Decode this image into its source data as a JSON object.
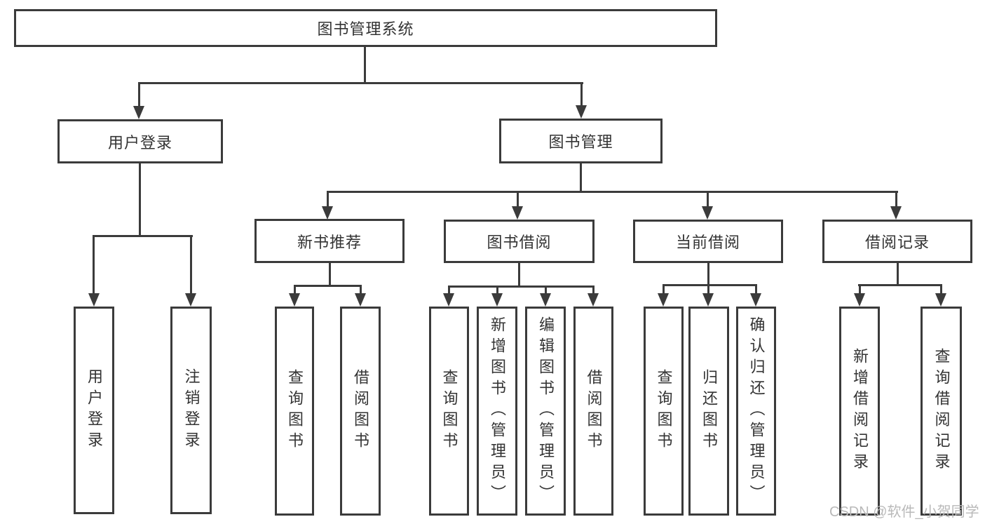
{
  "tree": {
    "root": {
      "label": "图书管理系统"
    },
    "branches": [
      {
        "label": "用户登录",
        "children": [
          {
            "label": "用户登录"
          },
          {
            "label": "注销登录"
          }
        ]
      },
      {
        "label": "图书管理",
        "children": [
          {
            "label": "新书推荐",
            "children": [
              {
                "label": "查询图书"
              },
              {
                "label": "借阅图书"
              }
            ]
          },
          {
            "label": "图书借阅",
            "children": [
              {
                "label": "查询图书"
              },
              {
                "label": "新增图书（管理员）"
              },
              {
                "label": "编辑图书（管理员）"
              },
              {
                "label": "借阅图书"
              }
            ]
          },
          {
            "label": "当前借阅",
            "children": [
              {
                "label": "查询图书"
              },
              {
                "label": "归还图书"
              },
              {
                "label": "确认归还（管理员）"
              }
            ]
          },
          {
            "label": "借阅记录",
            "children": [
              {
                "label": "新增借阅记录"
              },
              {
                "label": "查询借阅记录"
              }
            ]
          }
        ]
      }
    ]
  },
  "watermark": {
    "text": "CSDN @软件_小贺同学",
    "color": "#b9b9b9"
  },
  "colors": {
    "line": "#3b3b3b",
    "text": "#333333",
    "background": "#ffffff"
  }
}
